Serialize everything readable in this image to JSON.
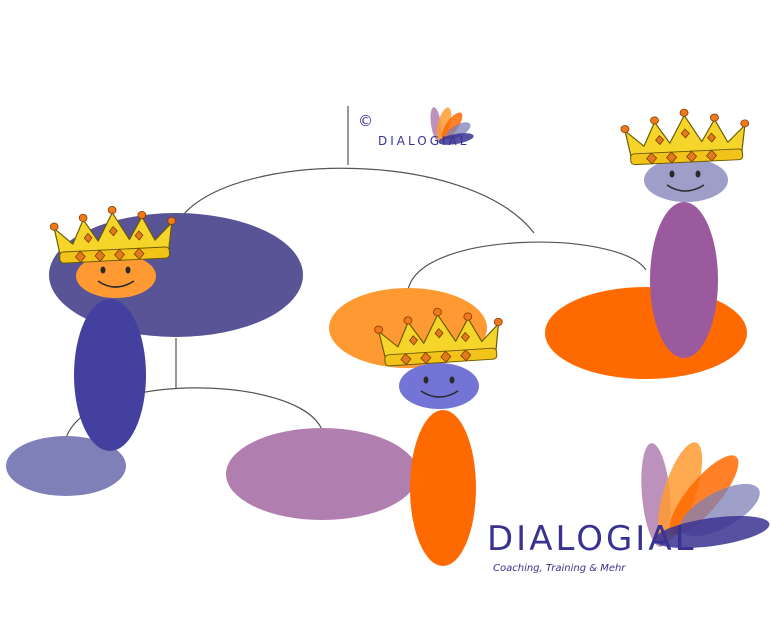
{
  "logo_small": {
    "copyright": "©",
    "brand": "DIALOGIAL"
  },
  "logo_large": {
    "brand": "DIALOGIAL",
    "tagline": "Coaching, Training & Mehr"
  },
  "colors": {
    "dark_slate": "#585496",
    "orange": "#ff6a00",
    "light_orange": "#ff9a33",
    "lavender": "#7f80b8",
    "mauve": "#b07fb0",
    "purple": "#9b5a9e",
    "navy": "#4340a0",
    "blue_head": "#7474d6",
    "grey_head": "#9e9ec8",
    "crown_gold": "#f6d52a",
    "line": "#555555",
    "brand_text": "#3a3290"
  }
}
